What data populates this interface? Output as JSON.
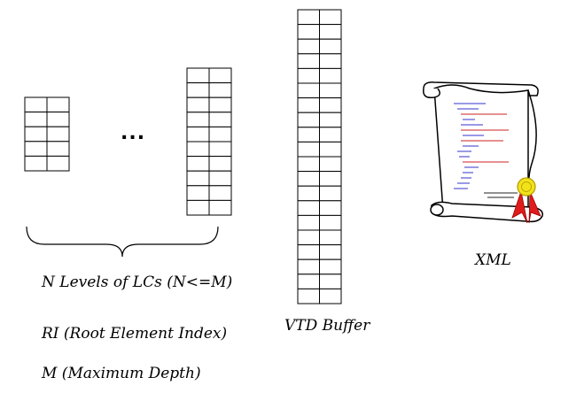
{
  "diagram": {
    "ellipsis": "...",
    "labels": {
      "n_levels": "N Levels of LCs (N<=M)",
      "ri": "RI (Root Element Index)",
      "m": "M (Maximum Depth)",
      "vtd_buffer": "VTD Buffer",
      "xml": "XML"
    },
    "tables": {
      "lc_small": {
        "rows": 5,
        "cols": 2
      },
      "lc_tall": {
        "rows": 10,
        "cols": 2
      },
      "vtd_buffer": {
        "rows": 20,
        "cols": 2
      }
    },
    "colors": {
      "line": "#000000",
      "scroll_paper": "#ffffff",
      "seal_gold": "#f2e21a",
      "ribbon_red": "#e01b1b",
      "xml_text_blue": "#3333cc",
      "xml_text_red": "#cc2222"
    },
    "icons": [
      "scroll-icon",
      "award-seal-icon"
    ]
  }
}
